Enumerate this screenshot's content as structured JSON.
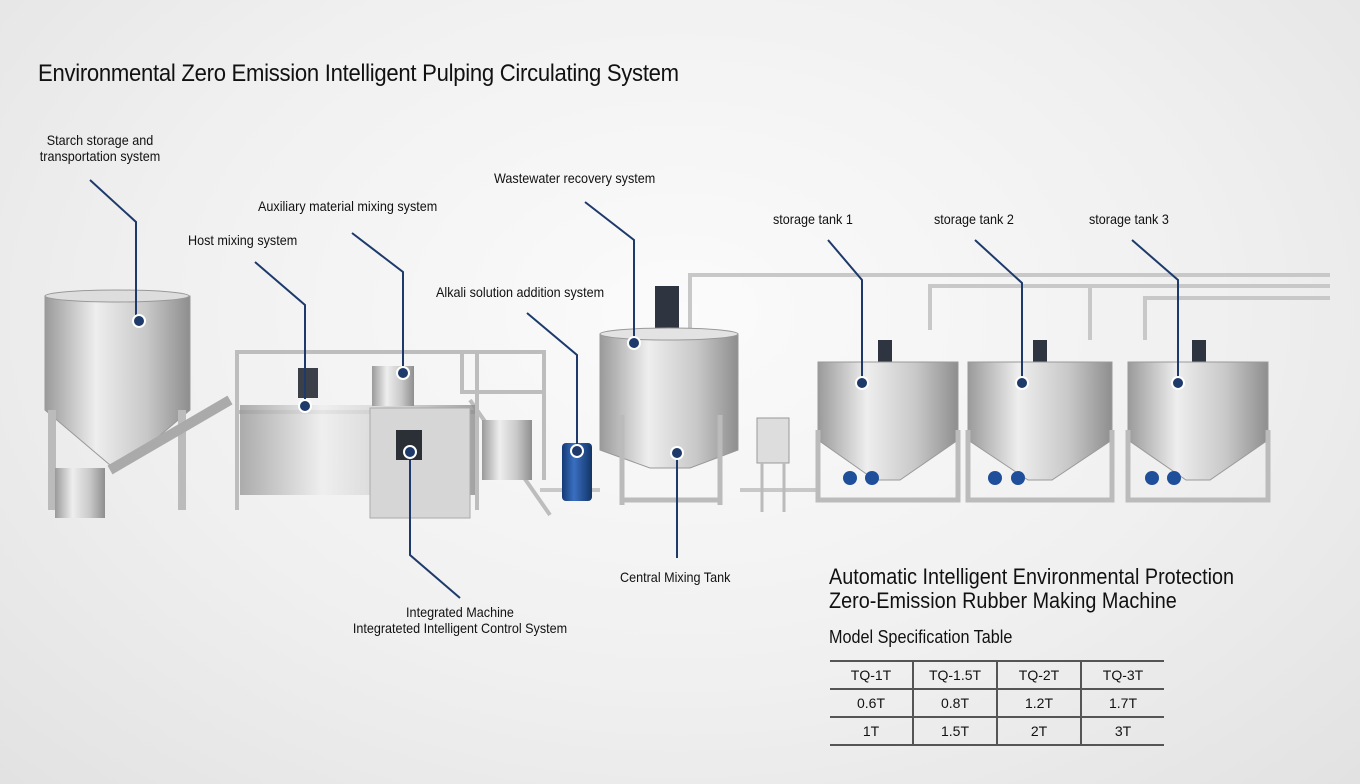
{
  "title": "Environmental Zero Emission Intelligent Pulping Circulating System",
  "callouts": {
    "starch": [
      "Starch storage and",
      "transportation system"
    ],
    "host": "Host mixing system",
    "auxiliary": "Auxiliary material mixing system",
    "alkali": "Alkali solution addition system",
    "wastewater": "Wastewater recovery system",
    "storage1": "storage tank 1",
    "storage2": "storage tank 2",
    "storage3": "storage tank 3",
    "integrated": [
      "Integrated Machine",
      "Integrateted Intelligent Control System"
    ],
    "central": "Central Mixing Tank"
  },
  "product": {
    "heading": [
      "Automatic Intelligent Environmental Protection",
      "Zero-Emission Rubber Making Machine"
    ],
    "table_title": "Model Specification Table",
    "table": [
      [
        "TQ-1T",
        "TQ-1.5T",
        "TQ-2T",
        "TQ-3T"
      ],
      [
        "0.6T",
        "0.8T",
        "1.2T",
        "1.7T"
      ],
      [
        "1T",
        "1.5T",
        "2T",
        "3T"
      ]
    ]
  },
  "colors": {
    "leader": "#1d3a6b",
    "steel": "#c9c9c9",
    "motor": "#2e3440",
    "drum": "#1f4f9a"
  }
}
